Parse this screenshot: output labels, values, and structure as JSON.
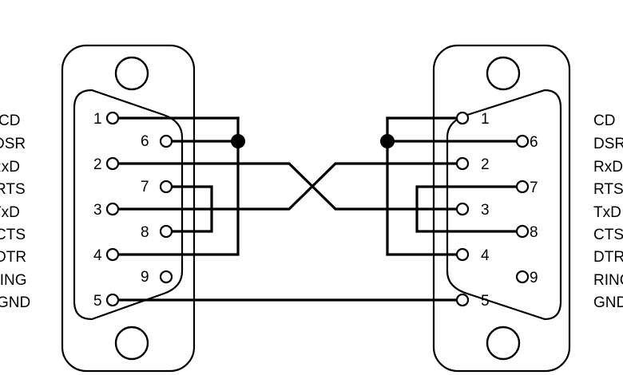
{
  "left_signals": [
    "CD",
    "DSR",
    "RxD",
    "RTS",
    "TxD",
    "CTS",
    "DTR",
    "RING",
    "GND"
  ],
  "right_signals": [
    "CD",
    "DSR",
    "RxD",
    "RTS",
    "TxD",
    "CTS",
    "DTR",
    "RING",
    "GND"
  ],
  "left_pins": {
    "p1": "1",
    "p6": "6",
    "p2": "2",
    "p7": "7",
    "p3": "3",
    "p8": "8",
    "p4": "4",
    "p9": "9",
    "p5": "5"
  },
  "right_pins": {
    "p1": "1",
    "p6": "6",
    "p2": "2",
    "p7": "7",
    "p3": "3",
    "p8": "8",
    "p4": "4",
    "p9": "9",
    "p5": "5"
  }
}
